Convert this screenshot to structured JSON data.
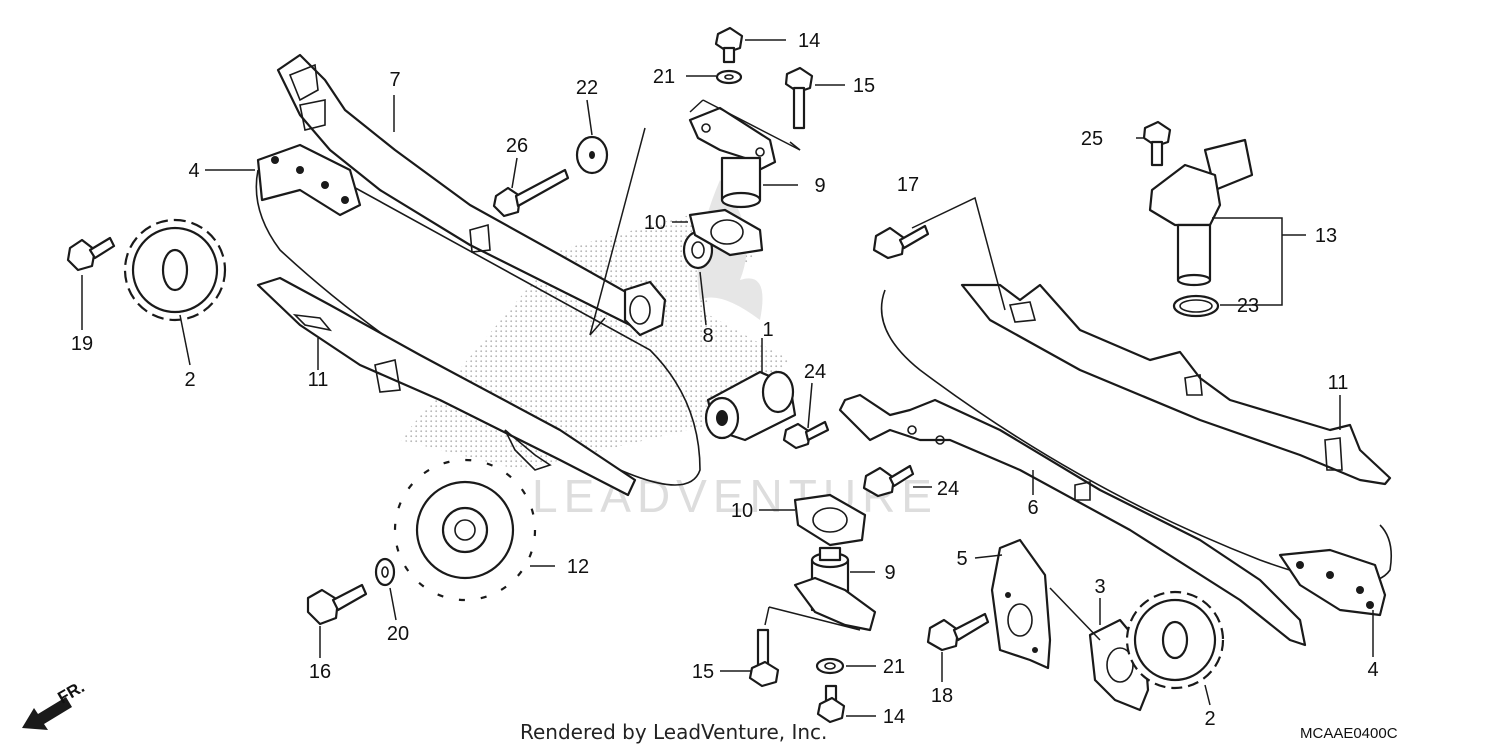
{
  "diagram": {
    "watermark_text": "LEADVENTURE",
    "footer_credit": "Rendered by LeadVenture, Inc.",
    "diagram_code": "MCAAE0400C",
    "front_arrow_label": "FR.",
    "callouts": {
      "top_bolt_14": "14",
      "top_washer_21": "21",
      "top_bolt_15": "15",
      "collar_22": "22",
      "guide_7": "7",
      "bolt_26": "26",
      "chain_4_left": "4",
      "sprocket_2_left": "2",
      "bolt_19": "19",
      "guide_11_left": "11",
      "tensioner_9_top": "9",
      "gasket_10_top": "10",
      "collar_8": "8",
      "sprocket_1": "1",
      "bolt_24_upper": "24",
      "bolt_24_lower": "24",
      "bolt_25": "25",
      "sensor_13": "13",
      "oring_23": "23",
      "bolt_17": "17",
      "guide_11_right": "11",
      "guide_6": "6",
      "gasket_10_bottom": "10",
      "tensioner_9_bottom": "9",
      "wheel_12": "12",
      "washer_20": "20",
      "bolt_16": "16",
      "bolt_15_bottom": "15",
      "washer_21_bottom": "21",
      "bolt_14_bottom": "14",
      "plate_5": "5",
      "plate_3": "3",
      "bolt_18": "18",
      "sprocket_2_right": "2",
      "chain_4_right": "4"
    }
  }
}
